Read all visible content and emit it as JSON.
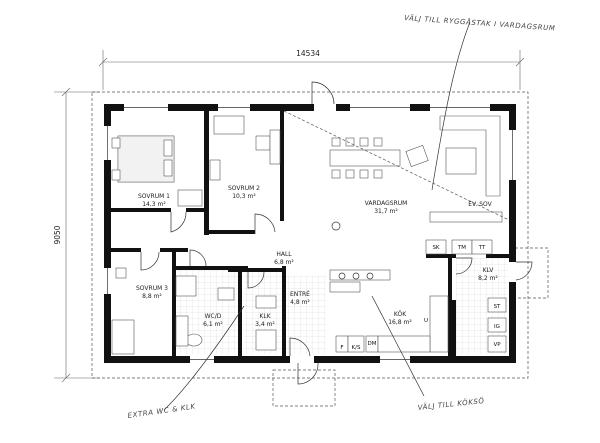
{
  "dimensions": {
    "width": "14534",
    "depth": "9050"
  },
  "rooms": [
    {
      "key": "sovrum1",
      "name": "SOVRUM 1",
      "area": "14,3 m²"
    },
    {
      "key": "sovrum2",
      "name": "SOVRUM 2",
      "area": "10,3 m²"
    },
    {
      "key": "vardagsrum",
      "name": "VARDAGSRUM",
      "area": "31,7 m²"
    },
    {
      "key": "hall",
      "name": "HALL",
      "area": "6,8 m²"
    },
    {
      "key": "sovrum3",
      "name": "SOVRUM 3",
      "area": "8,8 m²"
    },
    {
      "key": "wcd",
      "name": "WC/D",
      "area": "6,1 m²"
    },
    {
      "key": "klk",
      "name": "KLK",
      "area": "3,4 m²"
    },
    {
      "key": "entre",
      "name": "ENTRÉ",
      "area": "4,8 m²"
    },
    {
      "key": "kok",
      "name": "KÖK",
      "area": "16,8 m²"
    },
    {
      "key": "klv",
      "name": "KLV",
      "area": "8,2 m²"
    }
  ],
  "labels": {
    "ev_sov": "EV. SOV",
    "sk": "SK",
    "tm": "TM",
    "tt": "TT",
    "st": "ST",
    "ig": "IG",
    "vp": "VP",
    "f": "F",
    "ks": "K/S",
    "dm": "DM",
    "u": "U"
  },
  "annotations": {
    "roof": "VÄLJ TILL RYGGÅSTAK I VARDAGSRUM",
    "kitchen_island": "VÄLJ TILL KÖKSÖ",
    "extra_wc": "EXTRA WC & KLK"
  }
}
